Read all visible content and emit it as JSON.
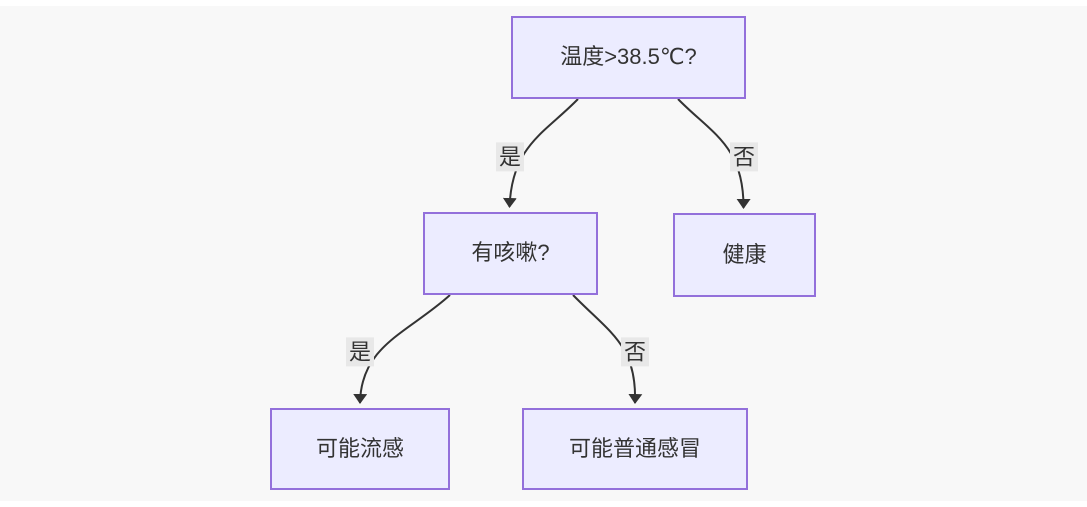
{
  "diagram": {
    "type": "flowchart",
    "direction": "top-down",
    "nodes": [
      {
        "id": "temp-check",
        "label": "温度>38.5℃?",
        "shape": "rect"
      },
      {
        "id": "cough-check",
        "label": "有咳嗽?",
        "shape": "rect"
      },
      {
        "id": "healthy",
        "label": "健康",
        "shape": "rect"
      },
      {
        "id": "possible-flu",
        "label": "可能流感",
        "shape": "rect"
      },
      {
        "id": "possible-common-cold",
        "label": "可能普通感冒",
        "shape": "rect"
      }
    ],
    "edges": [
      {
        "from": "temp-check",
        "to": "cough-check",
        "label": "是"
      },
      {
        "from": "temp-check",
        "to": "healthy",
        "label": "否"
      },
      {
        "from": "cough-check",
        "to": "possible-flu",
        "label": "是"
      },
      {
        "from": "cough-check",
        "to": "possible-common-cold",
        "label": "否"
      }
    ],
    "colors": {
      "node_fill": "#ECECFF",
      "node_border": "#9370DB",
      "edge": "#333333",
      "edge_label_bg": "#E8E8E8",
      "text": "#333333",
      "canvas_bg": "#F8F8F8",
      "page_bg": "#FFFFFF"
    }
  }
}
